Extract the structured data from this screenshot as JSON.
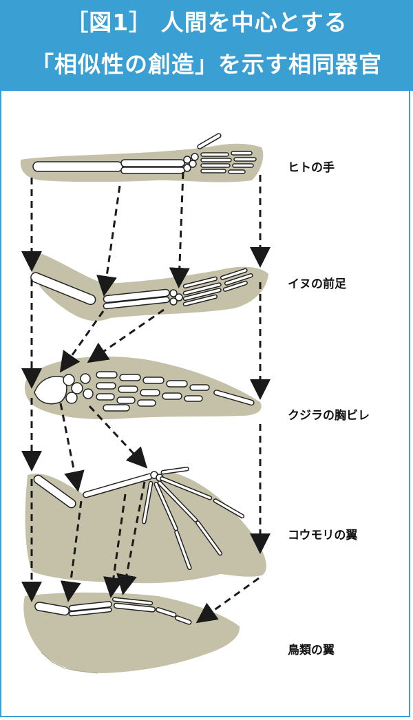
{
  "title": {
    "line1": "［図1］ 人間を中心とする",
    "line2": "「相似性の創造」を示す相同器官"
  },
  "labels": {
    "human": "ヒトの手",
    "dog": "イヌの前足",
    "whale": "クジラの胸ビレ",
    "bat": "コウモリの翼",
    "bird": "鳥類の翼"
  },
  "colors": {
    "header_bg": "#3aa0d3",
    "limb_shadow": "#c4c1a8",
    "bone_fill": "#ffffff",
    "bone_stroke": "#222222",
    "arrow": "#1a1a1a"
  }
}
